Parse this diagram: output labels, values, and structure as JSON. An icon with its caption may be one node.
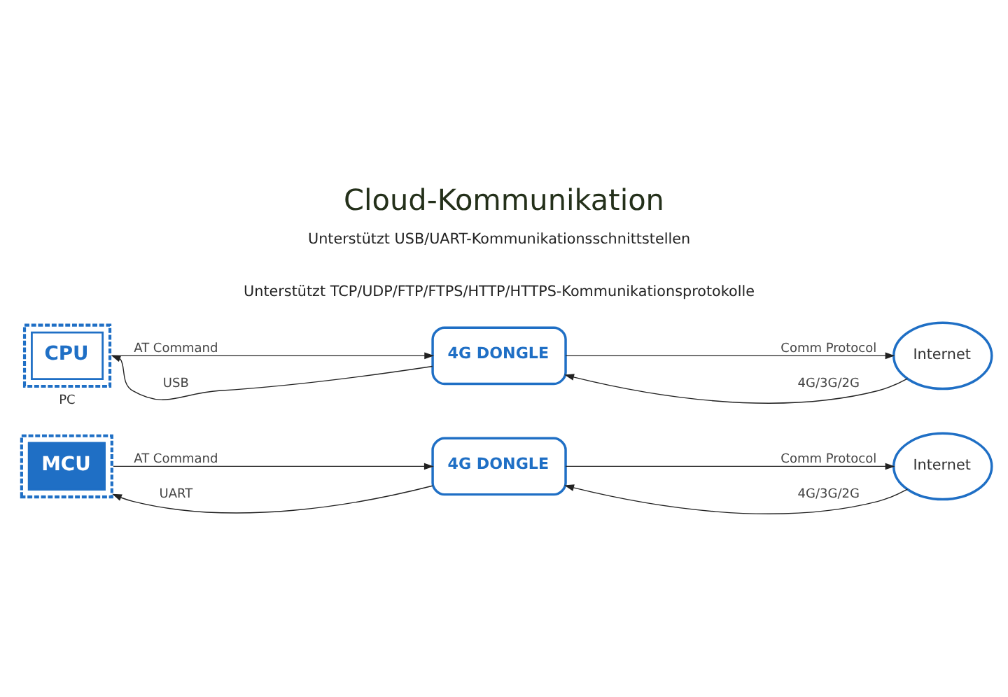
{
  "diagram": {
    "title": "Cloud-Kommunikation",
    "nodes": [
      {
        "text": [
          "CPU"
        ],
        "beside": [
          "PC"
        ]
      },
      {
        "text": [
          "4G DONGLE"
        ]
      },
      {
        "text": [
          "Internet"
        ]
      },
      {
        "text": [
          "MCU"
        ]
      },
      {
        "text": [
          "4G DONGLE"
        ]
      },
      {
        "text": [
          "Internet"
        ]
      }
    ],
    "edges": [
      {
        "from": 1,
        "to": 0,
        "arrow": "to",
        "label": "USB"
      },
      {
        "from": 0,
        "to": 1,
        "arrow": "to",
        "label": "AT Command"
      },
      {
        "from": 2,
        "to": 1,
        "arrow": "to",
        "label": "4G/3G/2G"
      },
      {
        "from": 1,
        "to": 2,
        "arrow": "to",
        "label": "Comm Protocol"
      },
      {
        "from": 4,
        "to": 3,
        "arrow": "to",
        "label": "UART"
      },
      {
        "from": 3,
        "to": 4,
        "arrow": "to",
        "label": "AT Command"
      },
      {
        "from": 5,
        "to": 4,
        "arrow": "to",
        "label": "4G/3G/2G"
      },
      {
        "from": 4,
        "to": 5,
        "arrow": "to",
        "label": "Comm Protocol"
      }
    ],
    "labels": [
      "Unterstützt USB/UART-Kommunikationsschnittstellen",
      "Unterstützt TCP/UDP/FTP/FTPS/HTTP/HTTPS-Kommunikationsprotokolle"
    ]
  }
}
